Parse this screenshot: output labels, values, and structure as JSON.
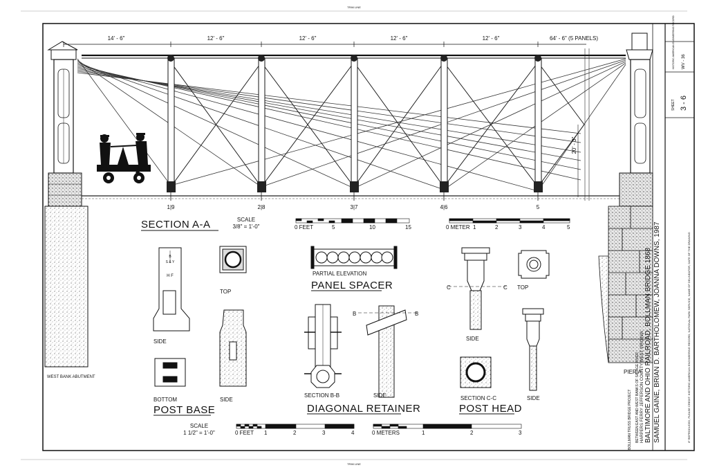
{
  "trim_top": "TRIM LINE",
  "trim_bottom": "TRIM LINE",
  "dimensions": [
    "14' - 6\"",
    "12' - 6\"",
    "12' - 6\"",
    "12' - 6\"",
    "12' - 6\"",
    "64' - 6\" (5 PANELS)"
  ],
  "height_dim": "20' - 3\"",
  "post_numbers": [
    "1|9",
    "2|8",
    "3|7",
    "4|6",
    "5"
  ],
  "section": {
    "title": "SECTION  A-A",
    "scale_label": "SCALE",
    "scale_value": "3/8\" = 1'-0\"",
    "feet_scale": [
      "0  FEET",
      "5",
      "10",
      "15"
    ],
    "meter_scale": [
      "0  METER",
      "1",
      "2",
      "3",
      "4",
      "5"
    ]
  },
  "labels": {
    "west_abutment": "WEST BANK ABUTMENT",
    "pier": "PIER A",
    "top": "TOP",
    "side": "SIDE",
    "bottom": "BOTTOM",
    "post_base": "POST BASE",
    "partial_elevation": "PARTIAL ELEVATION",
    "panel_spacer": "PANEL SPACER",
    "section_bb": "SECTION B-B",
    "diagonal_retainer": "DIAGONAL  RETAINER",
    "b_mark": "B",
    "c_mark": "C",
    "section_cc": "SECTION C-C",
    "post_head": "POST HEAD",
    "base_mark_1": "B",
    "base_mark_2": "S & Y",
    "base_mark_3": "H F"
  },
  "bottom_scale": {
    "scale_label": "SCALE",
    "scale_value": "1 1/2\" = 1'-0\"",
    "feet": [
      "0  FEET",
      "1",
      "2",
      "3",
      "4"
    ],
    "meters": [
      "0  METERS",
      "1",
      "2",
      "3"
    ]
  },
  "title_block": {
    "delineators": "SAMUEL GAINE, BRIAN D. BARTHOLOMEW, JOANNA DOWNS, 1987",
    "railroad": "BALTIMORE AND OHIO RAILROAD, BOLLMAN BRIDGE 1868",
    "location": "HARPERS FERRY        JEFFERSON COUNTY        WEST VIRGINIA",
    "sub_location": "BETWEEN EAST AND WEST BANKS OF SAVAGE RIVER",
    "project": "BOLLMAN TRUSS BRIDGE PROJECT",
    "sheet_label": "SHEET",
    "sheet_number": "3 - 6",
    "record_id": "WV - 36",
    "survey_label": "HISTORIC AMERICAN ENGINEERING RECORD",
    "notes": "IF REPRODUCED, PLEASE CREDIT: HISTORIC AMERICAN ENGINEERING RECORD, NATIONAL PARK SERVICE, NAME OF DELINEATOR, DATE OF THE DRAWING"
  }
}
